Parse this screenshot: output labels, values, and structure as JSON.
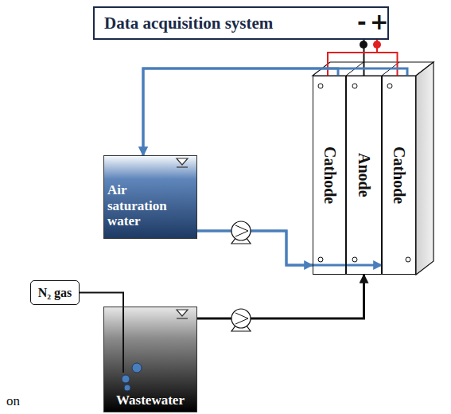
{
  "diagram": {
    "nodes": [
      {
        "text": [
          "Data acquisition system"
        ]
      },
      {
        "text": [
          "Cathode"
        ]
      },
      {
        "text": [
          "Anode"
        ]
      },
      {
        "text": [
          "Cathode"
        ]
      },
      {
        "text": [
          "Air saturation water"
        ]
      },
      {
        "text": [
          "N₂ gas"
        ]
      },
      {
        "text": [
          "Wastewater"
        ]
      }
    ],
    "edges": [
      {
        "from": 0,
        "to": 2,
        "arrow": "none"
      },
      {
        "from": 0,
        "to": 1,
        "arrow": "none"
      },
      {
        "from": 0,
        "to": 3,
        "arrow": "none"
      },
      {
        "from": 1,
        "to": 4,
        "arrow": "to"
      },
      {
        "from": 3,
        "to": 4,
        "arrow": "to"
      },
      {
        "from": 4,
        "to": 1,
        "arrow": "to"
      },
      {
        "from": 4,
        "to": 3,
        "arrow": "to"
      },
      {
        "from": 6,
        "to": 2,
        "arrow": "to"
      },
      {
        "from": 5,
        "to": 6,
        "arrow": "none"
      }
    ],
    "labels": [
      "-",
      "+",
      "on"
    ]
  }
}
